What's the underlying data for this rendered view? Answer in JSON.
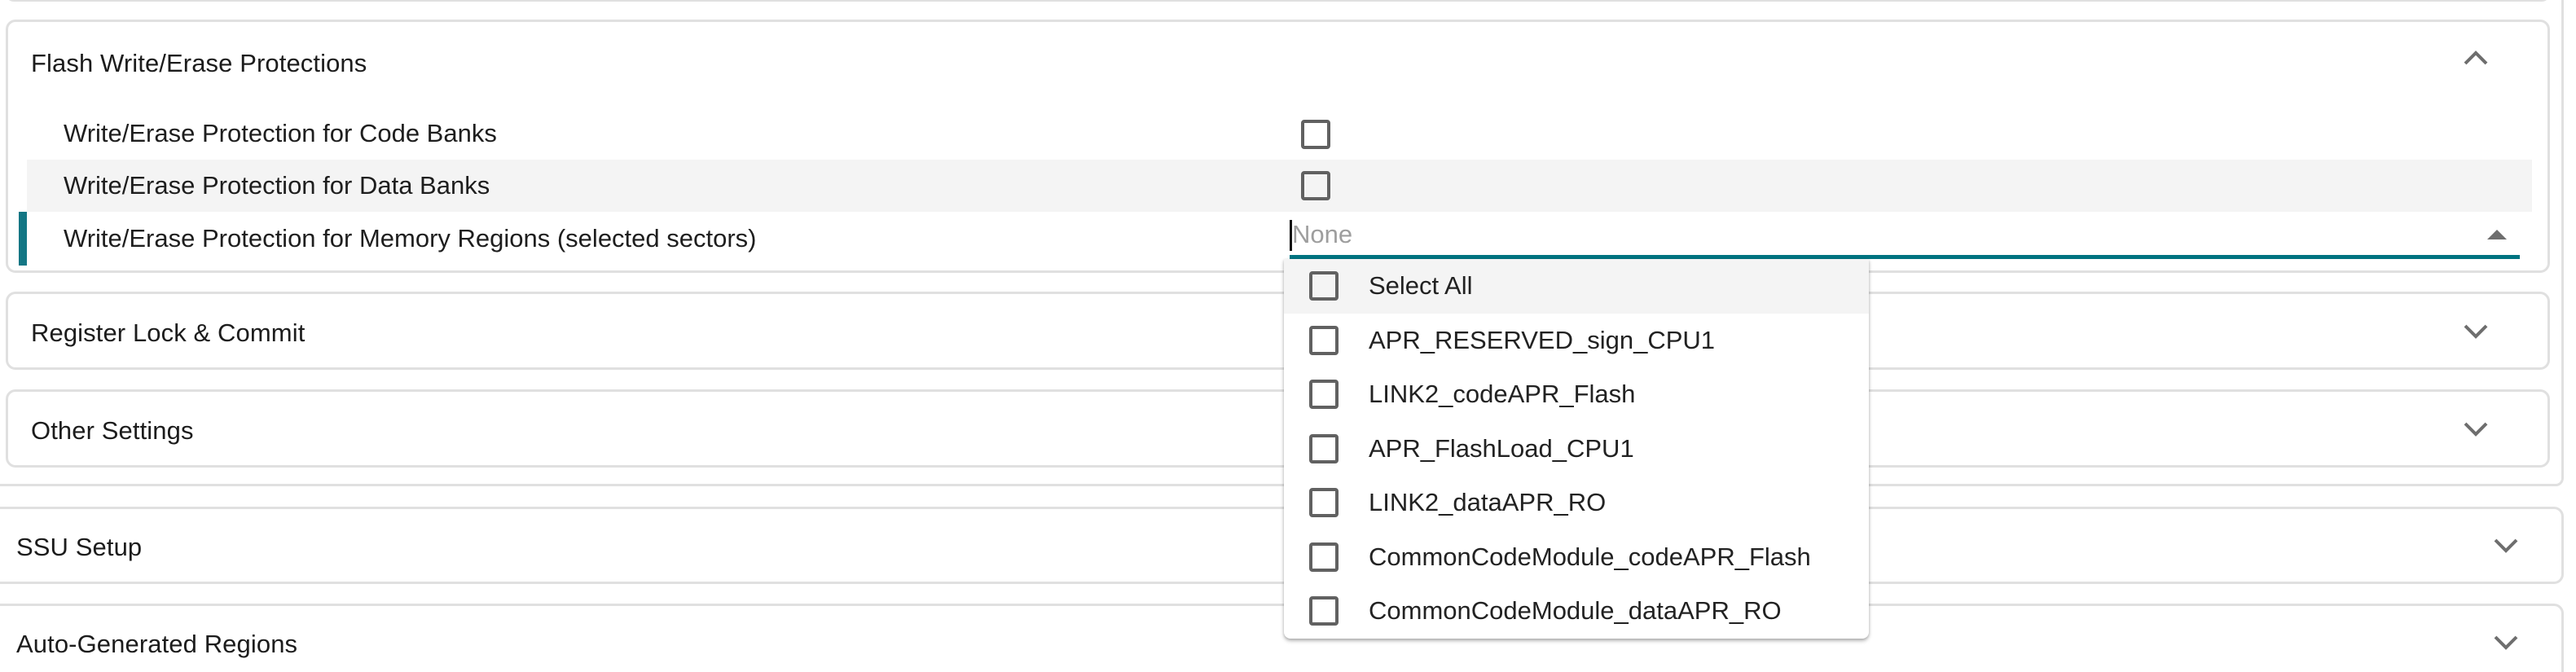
{
  "flash_section": {
    "title": "Flash Write/Erase Protections",
    "expanded": true,
    "rows": [
      {
        "label": "Write/Erase Protection for Code Banks",
        "type": "checkbox",
        "checked": false
      },
      {
        "label": "Write/Erase Protection for Data Banks",
        "type": "checkbox",
        "checked": false
      },
      {
        "label": "Write/Erase Protection for Memory Regions (selected sectors)",
        "type": "multiselect",
        "placeholder": "None"
      }
    ]
  },
  "memory_regions_dropdown": {
    "options": [
      {
        "label": "Select All",
        "checked": false
      },
      {
        "label": "APR_RESERVED_sign_CPU1",
        "checked": false
      },
      {
        "label": "LINK2_codeAPR_Flash",
        "checked": false
      },
      {
        "label": "APR_FlashLoad_CPU1",
        "checked": false
      },
      {
        "label": "LINK2_dataAPR_RO",
        "checked": false
      },
      {
        "label": "CommonCodeModule_codeAPR_Flash",
        "checked": false
      },
      {
        "label": "CommonCodeModule_dataAPR_RO",
        "checked": false
      }
    ]
  },
  "collapsed_sections": {
    "register_lock": {
      "title": "Register Lock & Commit"
    },
    "other_settings": {
      "title": "Other Settings"
    },
    "ssu_setup": {
      "title": "SSU Setup"
    },
    "auto_generated": {
      "title": "Auto-Generated Regions"
    }
  },
  "colors": {
    "accent": "#007380",
    "active_bar": "#137684",
    "border": "#e0e0e0",
    "row_shade": "#f4f4f4",
    "placeholder": "#9e9e9e"
  }
}
